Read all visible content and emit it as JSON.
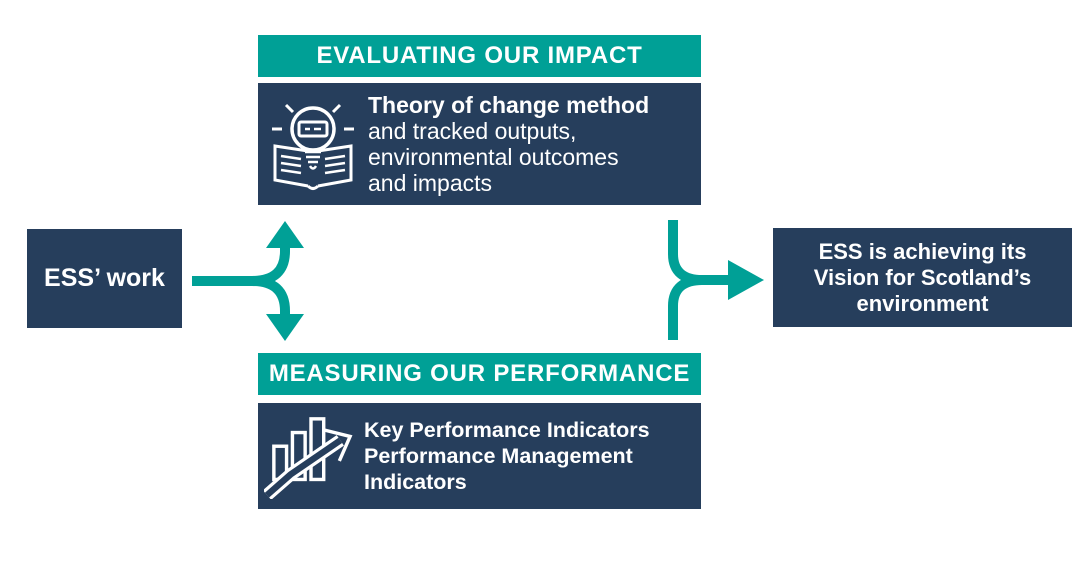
{
  "colors": {
    "teal": "#00A096",
    "navy": "#263E5C",
    "text_on_dark": "#FFFFFF",
    "background": "#FFFFFF"
  },
  "left_box": {
    "label": "ESS’ work"
  },
  "evaluating": {
    "header": "EVALUATING OUR IMPACT",
    "title": "Theory of change method",
    "body": "and tracked outputs,\nenvironmental outcomes\nand impacts",
    "icon": "lightbulb-idea-icon"
  },
  "measuring": {
    "header": "MEASURING OUR PERFORMANCE",
    "body": "Key Performance Indicators\nPerformance Management\nIndicators",
    "icon": "growth-chart-arrow-icon"
  },
  "right_box": {
    "label": "ESS is achieving its\nVision for Scotland’s\nenvironment"
  },
  "arrows": {
    "branch": "ess-work-splits-to-evaluating-and-measuring",
    "converge": "evaluating-and-measuring-merge-to-vision"
  }
}
